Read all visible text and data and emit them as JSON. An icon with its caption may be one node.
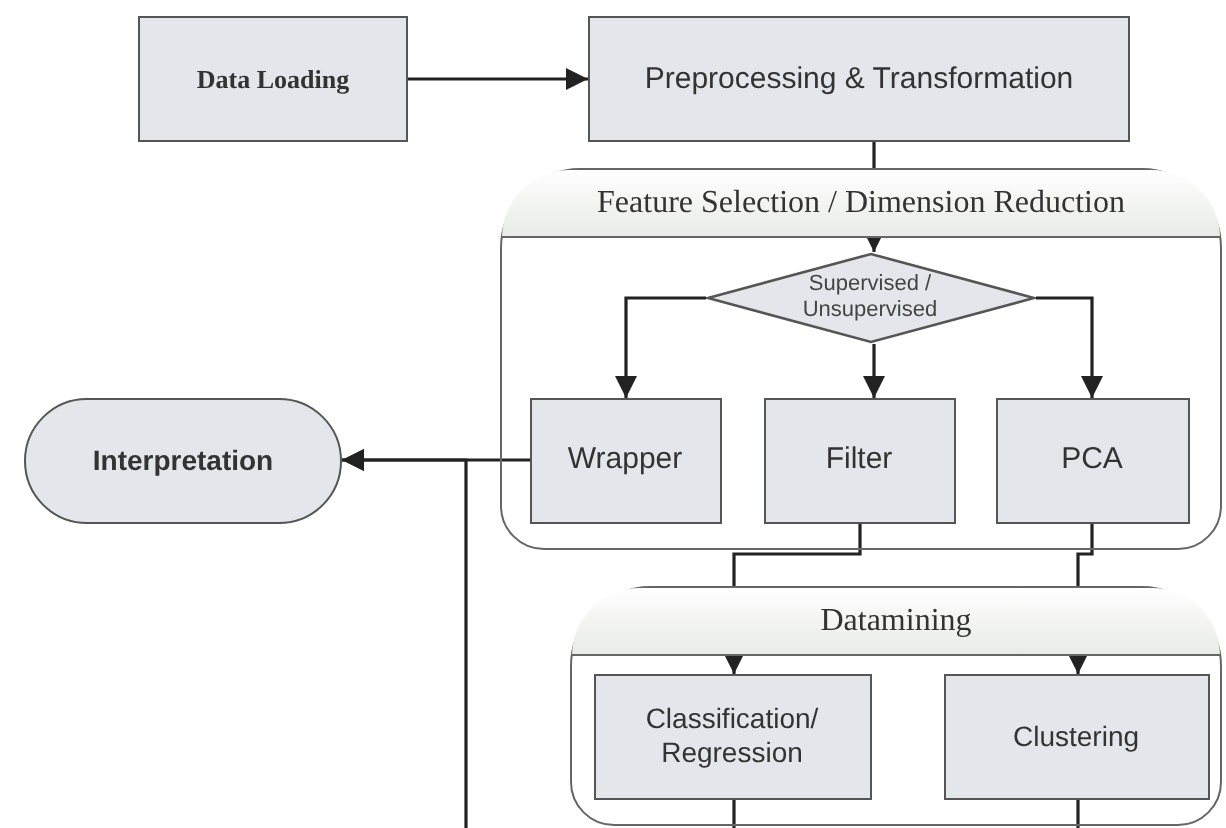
{
  "diagram": {
    "nodes": [
      {
        "text": [
          "Data Loading"
        ]
      },
      {
        "text": [
          "Preprocessing & Transformation"
        ]
      },
      {
        "text": [
          "Feature Selection / Dimension Reduction"
        ]
      },
      {
        "text": [
          "Supervised / Unsupervised"
        ],
        "in": 2
      },
      {
        "text": [
          "Wrapper"
        ],
        "in": 2
      },
      {
        "text": [
          "Filter"
        ],
        "in": 2
      },
      {
        "text": [
          "PCA"
        ],
        "in": 2
      },
      {
        "text": [
          "Interpretation"
        ]
      },
      {
        "text": [
          "Datamining"
        ]
      },
      {
        "text": [
          "Classification/ Regression"
        ],
        "in": 8
      },
      {
        "text": [
          "Clustering"
        ],
        "in": 8
      }
    ],
    "edges": [
      {
        "from": 0,
        "to": 1,
        "arrow": "to"
      },
      {
        "from": 1,
        "to": 2,
        "arrow": "none"
      },
      {
        "from": null,
        "to": 3,
        "arrow": "to"
      },
      {
        "from": 3,
        "to": 4,
        "arrow": "to"
      },
      {
        "from": 3,
        "to": 5,
        "arrow": "to"
      },
      {
        "from": 3,
        "to": 6,
        "arrow": "to"
      },
      {
        "from": 4,
        "to": 7,
        "arrow": "to"
      },
      {
        "from": 5,
        "to": 8,
        "arrow": "none"
      },
      {
        "from": 6,
        "to": 8,
        "arrow": "none"
      },
      {
        "from": null,
        "to": 9,
        "arrow": "to"
      },
      {
        "from": null,
        "to": 10,
        "arrow": "to"
      },
      {
        "from": 9,
        "to": null,
        "arrow": "none"
      },
      {
        "from": 10,
        "to": null,
        "arrow": "none"
      },
      {
        "from": null,
        "to": 7,
        "arrow": "to"
      }
    ]
  }
}
